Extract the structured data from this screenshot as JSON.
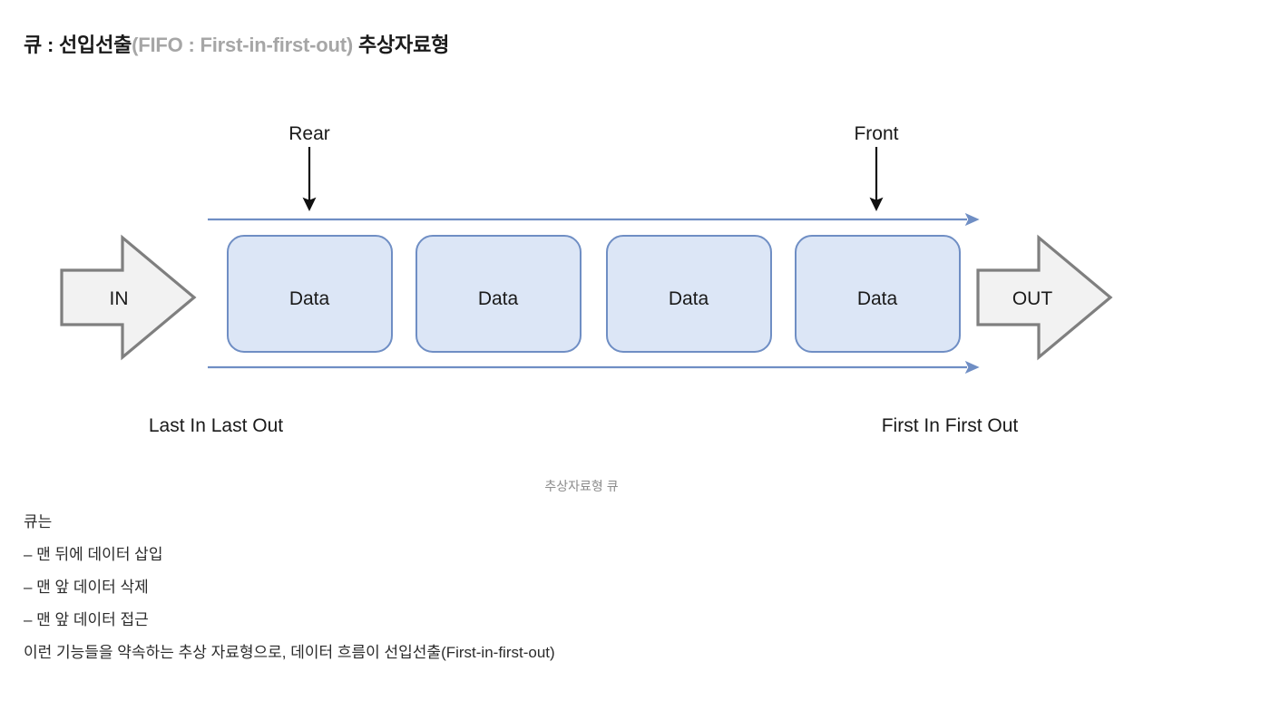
{
  "title": {
    "main_before": "큐 : 선입선출",
    "sub": "(FIFO : First-in-first-out)",
    "main_after": " 추상자료형",
    "color_main": "#1a1a1a",
    "color_sub": "#a6a6a6"
  },
  "diagram": {
    "rear_label": "Rear",
    "front_label": "Front",
    "in_label": "IN",
    "out_label": "OUT",
    "boxes": [
      {
        "label": "Data"
      },
      {
        "label": "Data"
      },
      {
        "label": "Data"
      },
      {
        "label": "Data"
      }
    ],
    "bottom_left_label": "Last In Last Out",
    "bottom_right_label": "First In First Out",
    "colors": {
      "box_fill": "#dce6f6",
      "box_stroke": "#6f8ec4",
      "flow_arrow": "#6f8ec4",
      "block_arrow_fill": "#f2f2f2",
      "block_arrow_stroke": "#7f7f7f",
      "pointer_arrow": "#111111"
    }
  },
  "caption": "추상자료형 큐",
  "body": {
    "lines": [
      "큐는",
      "– 맨 뒤에 데이터 삽입",
      "– 맨 앞 데이터 삭제",
      "– 맨 앞 데이터 접근",
      "이런 기능들을 약속하는 추상 자료형으로, 데이터 흐름이 선입선출(First-in-first-out)"
    ]
  }
}
